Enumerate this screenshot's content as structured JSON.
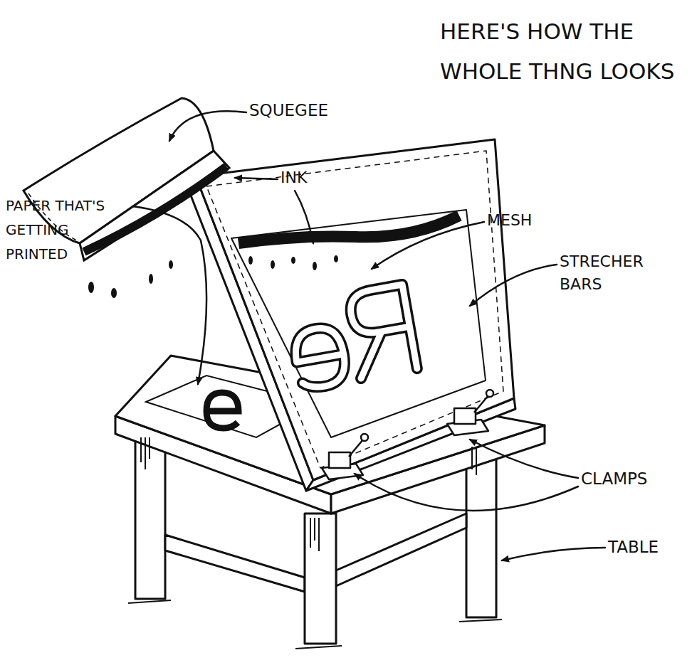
{
  "diagram": {
    "title": "HERE'S HOW THE WHOLE THNG LOOKS",
    "labels": [
      "SQUEGEE",
      "INK",
      "MESH",
      "STRECHER BARS",
      "PAPER THAT'S GETTING PRINTED",
      "CLAMPS",
      "TABLE"
    ]
  }
}
